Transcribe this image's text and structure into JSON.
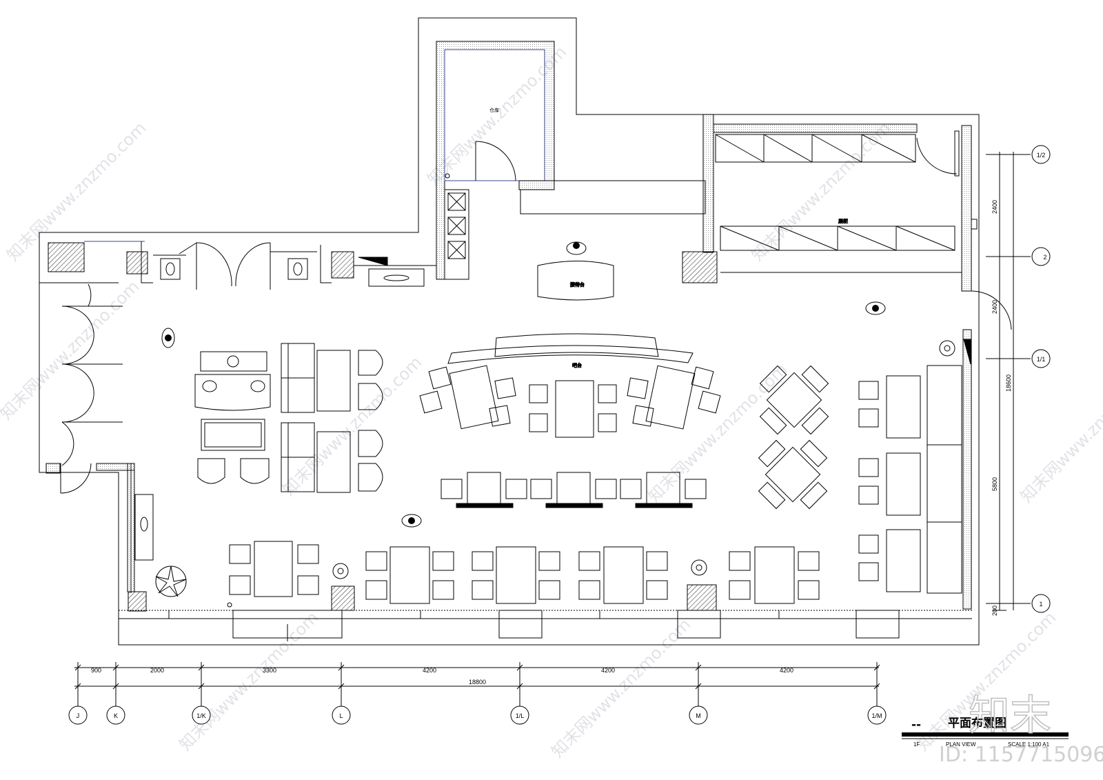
{
  "title_block": {
    "dash": "--",
    "title": "平面布置图",
    "floor": "1F",
    "view": "PLAN VIEW",
    "scale": "SCALE 1:100   A1"
  },
  "watermark": {
    "text": "知末网www.znzmo.com",
    "logo": "知末",
    "id_text": "ID: 1157715096"
  },
  "room_labels": {
    "storage": "仓库",
    "reception": "接待台",
    "bar": "吧台",
    "display": "展柜"
  },
  "dims_horizontal": {
    "segments": [
      "900",
      "2000",
      "3300",
      "4200",
      "4200",
      "4200"
    ],
    "total": "18800"
  },
  "dims_vertical": {
    "segments": [
      "2400",
      "2400",
      "5800",
      "200"
    ],
    "total": "18600"
  },
  "axes_horizontal": [
    "J",
    "K",
    "1/K",
    "L",
    "1/L",
    "M",
    "1/M"
  ],
  "axes_vertical": [
    "1/2",
    "2",
    "1/1",
    "1"
  ],
  "colors": {
    "line": "#000000",
    "wall_inner": "#3a4a8c",
    "hatch": "#7f7f7f",
    "watermark": "#c9ccd4"
  }
}
